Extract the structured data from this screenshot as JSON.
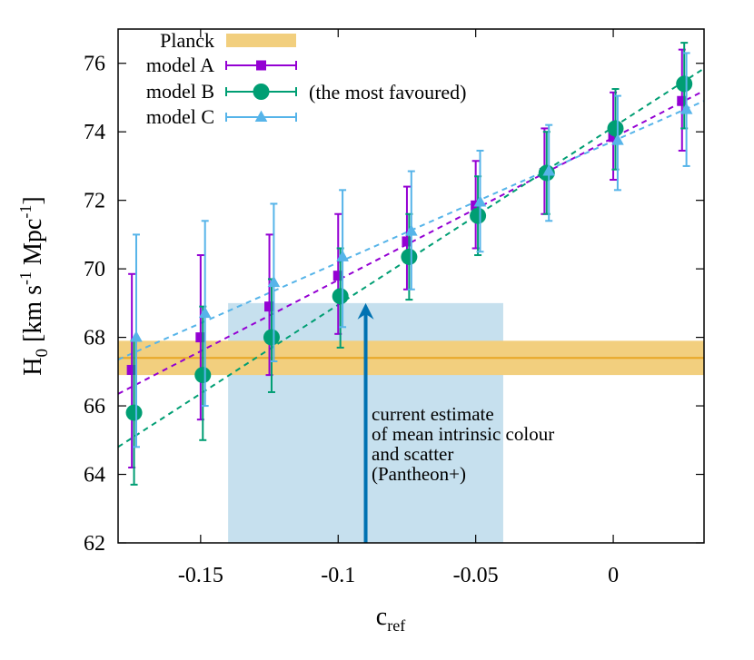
{
  "chart_data": {
    "type": "scatter",
    "xlabel": "c",
    "xlabel_sub": "ref",
    "ylabel_parts": {
      "H": "H",
      "sub0": "0",
      "units_open": " [km s",
      "exp1": "-1",
      "mid": " Mpc",
      "exp2": "-1",
      "close": "]"
    },
    "xlim": [
      -0.18,
      0.033
    ],
    "ylim": [
      62,
      77
    ],
    "xticks": [
      {
        "value": -0.15,
        "label": "-0.15"
      },
      {
        "value": -0.1,
        "label": "-0.1"
      },
      {
        "value": -0.05,
        "label": "-0.05"
      },
      {
        "value": 0,
        "label": "0"
      }
    ],
    "yticks": [
      {
        "value": 62,
        "label": "62"
      },
      {
        "value": 64,
        "label": "64"
      },
      {
        "value": 66,
        "label": "66"
      },
      {
        "value": 68,
        "label": "68"
      },
      {
        "value": 70,
        "label": "70"
      },
      {
        "value": 72,
        "label": "72"
      },
      {
        "value": 74,
        "label": "74"
      },
      {
        "value": 76,
        "label": "76"
      }
    ],
    "planck": {
      "name": "Planck",
      "center": 67.4,
      "low": 66.9,
      "high": 67.9,
      "band_color": "#f2cf7e",
      "line_color": "#e8a623"
    },
    "intrinsic_region": {
      "x0": -0.14,
      "x1": -0.04,
      "y0": 62,
      "y1": 69,
      "color": "#c6e0ee"
    },
    "arrow": {
      "x": -0.09,
      "y_from": 62,
      "y_to": 69,
      "color": "#0072b2"
    },
    "annotation_lines": [
      "current estimate",
      "of mean intrinsic colour",
      "and scatter",
      "(Pantheon+)"
    ],
    "favoured_note": "(the most favoured)",
    "series": [
      {
        "name": "model A",
        "color": "#9400d3",
        "marker": "square",
        "x_offset": 0,
        "points": [
          {
            "x": -0.175,
            "y": 67.05,
            "lo": 64.2,
            "hi": 69.85
          },
          {
            "x": -0.15,
            "y": 68.0,
            "lo": 65.6,
            "hi": 70.4
          },
          {
            "x": -0.125,
            "y": 68.9,
            "lo": 66.9,
            "hi": 71.0
          },
          {
            "x": -0.1,
            "y": 69.8,
            "lo": 68.1,
            "hi": 71.6
          },
          {
            "x": -0.075,
            "y": 70.8,
            "lo": 69.4,
            "hi": 72.4
          },
          {
            "x": -0.05,
            "y": 71.85,
            "lo": 70.6,
            "hi": 73.15
          },
          {
            "x": -0.025,
            "y": 72.8,
            "lo": 71.6,
            "hi": 74.1
          },
          {
            "x": 0.0,
            "y": 73.85,
            "lo": 72.6,
            "hi": 75.15
          },
          {
            "x": 0.025,
            "y": 74.9,
            "lo": 73.45,
            "hi": 76.4
          }
        ],
        "fit": {
          "x0": -0.18,
          "y0": 66.35,
          "x1": 0.033,
          "y1": 75.2
        }
      },
      {
        "name": "model B",
        "color": "#009e73",
        "marker": "circle",
        "x_offset": 0.0008,
        "points": [
          {
            "x": -0.175,
            "y": 65.8,
            "lo": 63.7,
            "hi": 67.9
          },
          {
            "x": -0.15,
            "y": 66.9,
            "lo": 65.0,
            "hi": 68.9
          },
          {
            "x": -0.125,
            "y": 68.0,
            "lo": 66.4,
            "hi": 69.7
          },
          {
            "x": -0.1,
            "y": 69.2,
            "lo": 67.7,
            "hi": 70.6
          },
          {
            "x": -0.075,
            "y": 70.35,
            "lo": 69.1,
            "hi": 71.6
          },
          {
            "x": -0.05,
            "y": 71.55,
            "lo": 70.4,
            "hi": 72.7
          },
          {
            "x": -0.025,
            "y": 72.8,
            "lo": 71.6,
            "hi": 74.0
          },
          {
            "x": 0.0,
            "y": 74.1,
            "lo": 72.9,
            "hi": 75.25
          },
          {
            "x": 0.025,
            "y": 75.4,
            "lo": 74.1,
            "hi": 76.6
          }
        ],
        "fit": {
          "x0": -0.18,
          "y0": 64.8,
          "x1": 0.033,
          "y1": 75.85
        }
      },
      {
        "name": "model C",
        "color": "#56b4e9",
        "marker": "triangle",
        "x_offset": 0.0016,
        "points": [
          {
            "x": -0.175,
            "y": 68.0,
            "lo": 64.8,
            "hi": 71.0
          },
          {
            "x": -0.15,
            "y": 68.7,
            "lo": 66.0,
            "hi": 71.4
          },
          {
            "x": -0.125,
            "y": 69.6,
            "lo": 67.3,
            "hi": 71.9
          },
          {
            "x": -0.1,
            "y": 70.35,
            "lo": 68.3,
            "hi": 72.3
          },
          {
            "x": -0.075,
            "y": 71.1,
            "lo": 69.4,
            "hi": 72.85
          },
          {
            "x": -0.05,
            "y": 71.95,
            "lo": 70.5,
            "hi": 73.45
          },
          {
            "x": -0.025,
            "y": 72.85,
            "lo": 71.4,
            "hi": 74.2
          },
          {
            "x": 0.0,
            "y": 73.75,
            "lo": 72.3,
            "hi": 75.05
          },
          {
            "x": 0.025,
            "y": 74.65,
            "lo": 73.0,
            "hi": 76.3
          }
        ],
        "fit": {
          "x0": -0.18,
          "y0": 67.35,
          "x1": 0.033,
          "y1": 74.9
        }
      }
    ]
  }
}
